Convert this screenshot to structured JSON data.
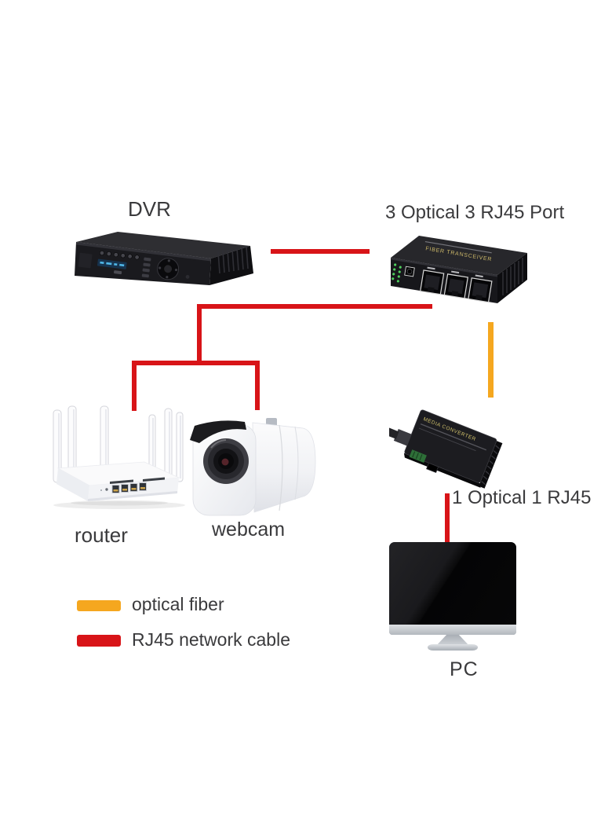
{
  "page": {
    "background": "#ffffff"
  },
  "devices": {
    "dvr": {
      "label": "DVR"
    },
    "fiber_converter_3port": {
      "label": "3 Optical 3 RJ45 Port",
      "surface_text": "FIBER TRANSCEIVER"
    },
    "router": {
      "label": "router"
    },
    "webcam": {
      "label": "webcam"
    },
    "fiber_converter_1port": {
      "label": "1 Optical 1 RJ45",
      "surface_text": "MEDIA CONVERTER"
    },
    "pc": {
      "label": "PC"
    }
  },
  "legend": {
    "items": [
      {
        "label": "optical fiber",
        "color": "#F5A71F"
      },
      {
        "label": "RJ45 network cable",
        "color": "#D81418"
      }
    ]
  },
  "connections": [
    {
      "from": "DVR",
      "to": "3 Optical 3 RJ45 Port",
      "cable": "RJ45 network cable"
    },
    {
      "from": "3 Optical 3 RJ45 Port",
      "to": "router",
      "cable": "RJ45 network cable"
    },
    {
      "from": "3 Optical 3 RJ45 Port",
      "to": "webcam",
      "cable": "RJ45 network cable"
    },
    {
      "from": "3 Optical 3 RJ45 Port",
      "to": "1 Optical 1 RJ45",
      "cable": "optical fiber"
    },
    {
      "from": "1 Optical 1 RJ45",
      "to": "PC",
      "cable": "RJ45 network cable"
    }
  ]
}
